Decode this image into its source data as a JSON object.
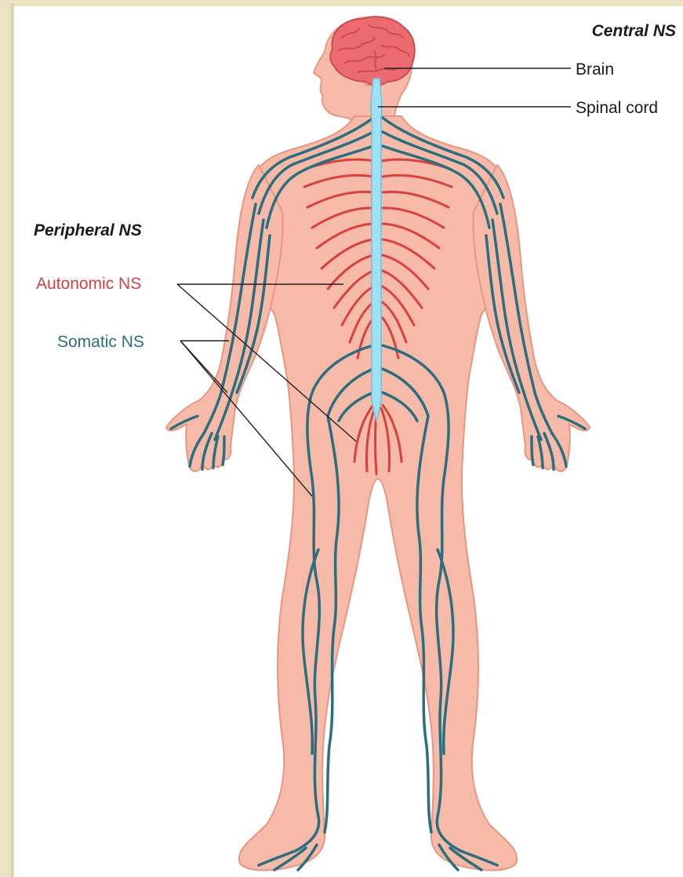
{
  "central": {
    "heading": "Central NS",
    "brain": "Brain",
    "spinal_cord": "Spinal cord"
  },
  "peripheral": {
    "heading": "Peripheral NS",
    "autonomic": "Autonomic NS",
    "somatic": "Somatic NS"
  },
  "colors": {
    "page_background": "#ece3c2",
    "skin": "#f7b9a8",
    "skin_outline": "#e59784",
    "brain": "#ec6b6e",
    "spinal_cord": "#9fe0f2",
    "autonomic": "#d9413d",
    "somatic": "#2b6e7e",
    "leader_line": "#222222"
  }
}
